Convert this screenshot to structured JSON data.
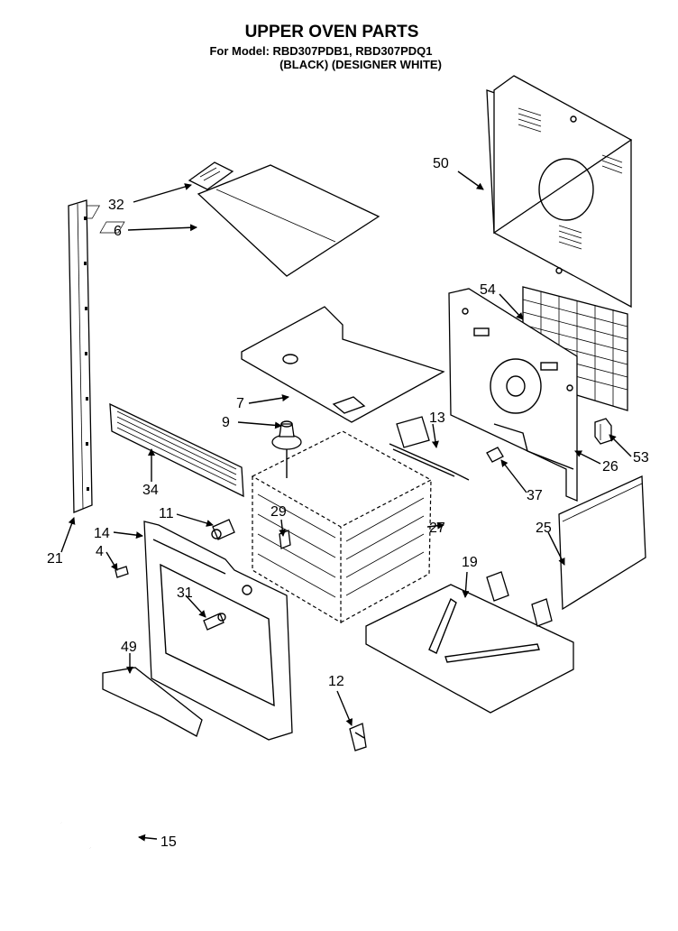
{
  "header": {
    "title": "UPPER OVEN PARTS",
    "model_line": "For Model: RBD307PDB1, RBD307PDQ1",
    "variant_line": "(BLACK)   (DESIGNER WHITE)"
  },
  "callouts": {
    "p50": "50",
    "p32": "32",
    "p6": "6",
    "p54": "54",
    "p7": "7",
    "p9": "9",
    "p13": "13",
    "p53": "53",
    "p26": "26",
    "p34": "34",
    "p37": "37",
    "p11": "11",
    "p29": "29",
    "p27": "27",
    "p25": "25",
    "p14": "14",
    "p4": "4",
    "p21": "21",
    "p19": "19",
    "p31": "31",
    "p49": "49",
    "p12": "12",
    "p15": "15"
  }
}
